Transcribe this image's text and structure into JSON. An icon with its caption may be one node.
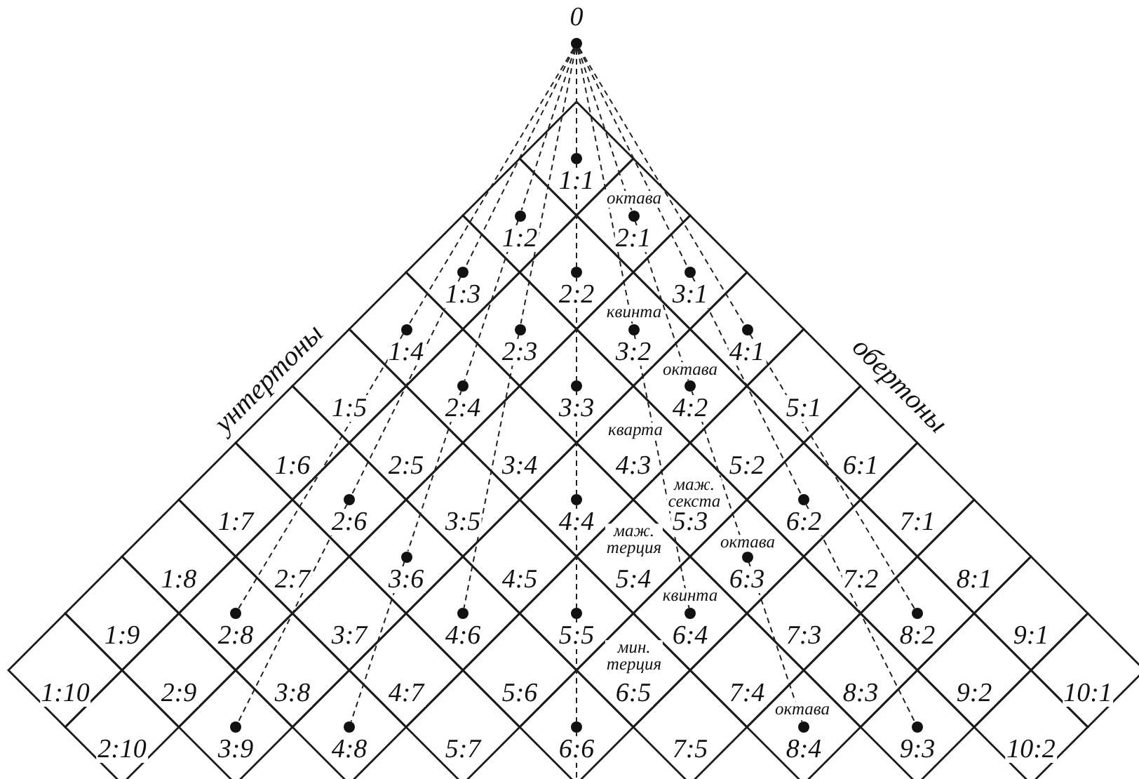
{
  "diagram": {
    "nodes": [
      {
        "text": [
          "0"
        ]
      },
      {
        "text": [],
        "shape": "circle"
      },
      {
        "text": [],
        "shape": "circle"
      },
      {
        "text": [],
        "shape": "circle"
      },
      {
        "text": [],
        "shape": "circle"
      },
      {
        "text": [],
        "shape": "circle"
      },
      {
        "text": [],
        "shape": "circle"
      },
      {
        "text": [],
        "shape": "circle"
      },
      {
        "text": [],
        "shape": "circle"
      },
      {
        "text": [],
        "shape": "circle"
      },
      {
        "text": [],
        "shape": "circle"
      },
      {
        "text": [],
        "shape": "circle"
      },
      {
        "text": [],
        "shape": "circle"
      },
      {
        "text": [],
        "shape": "circle"
      },
      {
        "text": [],
        "shape": "circle"
      },
      {
        "text": [],
        "shape": "circle"
      },
      {
        "text": [],
        "shape": "circle"
      },
      {
        "text": [],
        "shape": "circle"
      },
      {
        "text": [],
        "shape": "circle"
      },
      {
        "text": [],
        "shape": "circle"
      },
      {
        "text": [],
        "shape": "circle"
      },
      {
        "text": [],
        "shape": "circle"
      },
      {
        "text": [],
        "shape": "circle"
      },
      {
        "text": [],
        "shape": "circle"
      },
      {
        "text": [],
        "shape": "circle"
      },
      {
        "text": [],
        "shape": "circle"
      },
      {
        "text": [],
        "shape": "circle"
      },
      {
        "text": [],
        "shape": "circle"
      },
      {
        "text": [],
        "shape": "circle"
      }
    ],
    "edges": [
      {
        "from": 0,
        "to": 1,
        "arrow": "none",
        "style": "dashed"
      },
      {
        "from": 1,
        "to": 5,
        "arrow": "none",
        "style": "dashed"
      },
      {
        "from": 5,
        "to": 12,
        "arrow": "none",
        "style": "dashed"
      },
      {
        "from": 12,
        "to": 15,
        "arrow": "none",
        "style": "dashed"
      },
      {
        "from": 15,
        "to": 21,
        "arrow": "none",
        "style": "dashed"
      },
      {
        "from": 21,
        "to": 26,
        "arrow": "none",
        "style": "dashed"
      },
      {
        "from": 26,
        "to": null,
        "arrow": "none",
        "style": "dashed"
      },
      {
        "from": 0,
        "to": 2,
        "arrow": "none",
        "style": "dashed"
      },
      {
        "from": 2,
        "to": 11,
        "arrow": "none",
        "style": "dashed"
      },
      {
        "from": 11,
        "to": 17,
        "arrow": "none",
        "style": "dashed"
      },
      {
        "from": 17,
        "to": 25,
        "arrow": "none",
        "style": "dashed"
      },
      {
        "from": 0,
        "to": 3,
        "arrow": "none",
        "style": "dashed"
      },
      {
        "from": 3,
        "to": 13,
        "arrow": "none",
        "style": "dashed"
      },
      {
        "from": 13,
        "to": 18,
        "arrow": "none",
        "style": "dashed"
      },
      {
        "from": 18,
        "to": 27,
        "arrow": "none",
        "style": "dashed"
      },
      {
        "from": 0,
        "to": 4,
        "arrow": "none",
        "style": "dashed"
      },
      {
        "from": 4,
        "to": 14,
        "arrow": "none",
        "style": "dashed"
      },
      {
        "from": 14,
        "to": 24,
        "arrow": "none",
        "style": "dashed"
      },
      {
        "from": 0,
        "to": 6,
        "arrow": "none",
        "style": "dashed"
      },
      {
        "from": 6,
        "to": 16,
        "arrow": "none",
        "style": "dashed"
      },
      {
        "from": 16,
        "to": 28,
        "arrow": "none",
        "style": "dashed"
      },
      {
        "from": 0,
        "to": 7,
        "arrow": "none",
        "style": "dashed"
      },
      {
        "from": 7,
        "to": 19,
        "arrow": "none",
        "style": "dashed"
      },
      {
        "from": 0,
        "to": 10,
        "arrow": "none",
        "style": "dashed"
      },
      {
        "from": 10,
        "to": 23,
        "arrow": "none",
        "style": "dashed"
      },
      {
        "from": 0,
        "to": 8,
        "arrow": "none",
        "style": "dashed"
      },
      {
        "from": 8,
        "to": 20,
        "arrow": "none",
        "style": "dashed"
      },
      {
        "from": 0,
        "to": 9,
        "arrow": "none",
        "style": "dashed"
      },
      {
        "from": 9,
        "to": 22,
        "arrow": "none",
        "style": "dashed"
      }
    ],
    "labels": [
      "1:1",
      "1:2",
      "2:1",
      "1:3",
      "2:2",
      "3:1",
      "1:4",
      "2:3",
      "3:2",
      "4:1",
      "1:5",
      "2:4",
      "3:3",
      "4:2",
      "5:1",
      "1:6",
      "2:5",
      "3:4",
      "4:3",
      "5:2",
      "6:1",
      "1:7",
      "2:6",
      "3:5",
      "4:4",
      "5:3",
      "6:2",
      "7:1",
      "1:8",
      "2:7",
      "3:6",
      "4:5",
      "5:4",
      "6:3",
      "7:2",
      "8:1",
      "1:9",
      "2:8",
      "3:7",
      "4:6",
      "5:5",
      "6:4",
      "7:3",
      "8:2",
      "9:1",
      "1:10",
      "2:9",
      "3:8",
      "4:7",
      "5:6",
      "6:5",
      "7:4",
      "8:3",
      "9:2",
      "10:1",
      "2:10",
      "3:9",
      "4:8",
      "5:7",
      "6:6",
      "7:5",
      "8:4",
      "9:3",
      "10:2",
      "октава",
      "квинта",
      "октава",
      "унтертоны",
      "обертоны",
      "кварта",
      "маж. секста",
      "маж. терция",
      "октава",
      "квинта",
      "мин. терция",
      "октава"
    ]
  }
}
